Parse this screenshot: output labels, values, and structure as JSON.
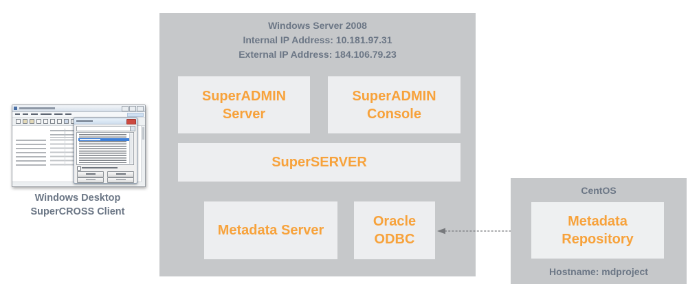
{
  "colors": {
    "accent_orange": "#F7A23B",
    "container_gray": "#C6C8CA",
    "box_light": "#EDEEF0",
    "text_slate": "#6B7685"
  },
  "client": {
    "label_line1": "Windows Desktop",
    "label_line2": "SuperCROSS Client"
  },
  "windows_server": {
    "title": "Windows Server 2008",
    "internal_ip": "Internal IP Address: 10.181.97.31",
    "external_ip": "External IP Address: 184.106.79.23",
    "boxes": {
      "superadmin_server": {
        "line1": "SuperADMIN",
        "line2": "Server"
      },
      "superadmin_console": {
        "line1": "SuperADMIN",
        "line2": "Console"
      },
      "superserver": {
        "label": "SuperSERVER"
      },
      "metadata_server": {
        "label": "Metadata Server"
      },
      "oracle_odbc": {
        "line1": "Oracle",
        "line2": "ODBC"
      }
    }
  },
  "centos": {
    "title": "CentOS",
    "repository": {
      "line1": "Metadata",
      "line2": "Repository"
    },
    "hostname": "Hostname: mdproject"
  },
  "connection": {
    "type": "bidirectional-dashed-arrow"
  }
}
